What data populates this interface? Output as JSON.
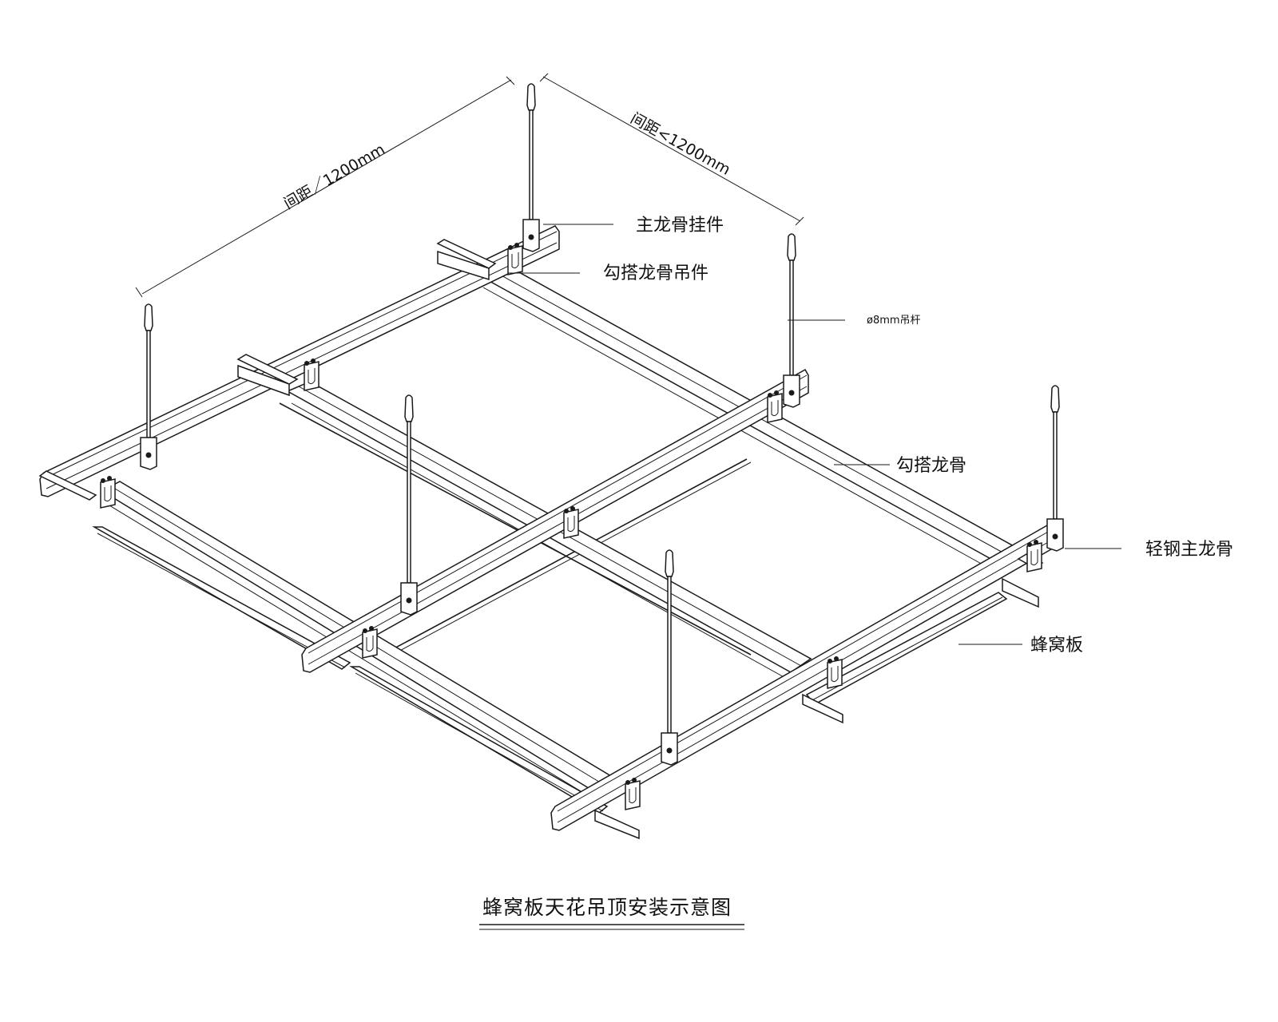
{
  "colors": {
    "line": "#1a1a1a",
    "background": "#ffffff"
  },
  "dimensions": {
    "left_spacing": "间距／1200mm",
    "right_spacing": "间距<1200mm"
  },
  "labels": {
    "main_keel_hanger": "主龙骨挂件",
    "hook_keel_hanger": "勾搭龙骨吊件",
    "rod": "ø8mm吊杆",
    "hook_keel": "勾搭龙骨",
    "light_steel_main_keel": "轻钢主龙骨",
    "honeycomb_panel": "蜂窝板"
  },
  "title": "蜂窝板天花吊顶安装示意图"
}
